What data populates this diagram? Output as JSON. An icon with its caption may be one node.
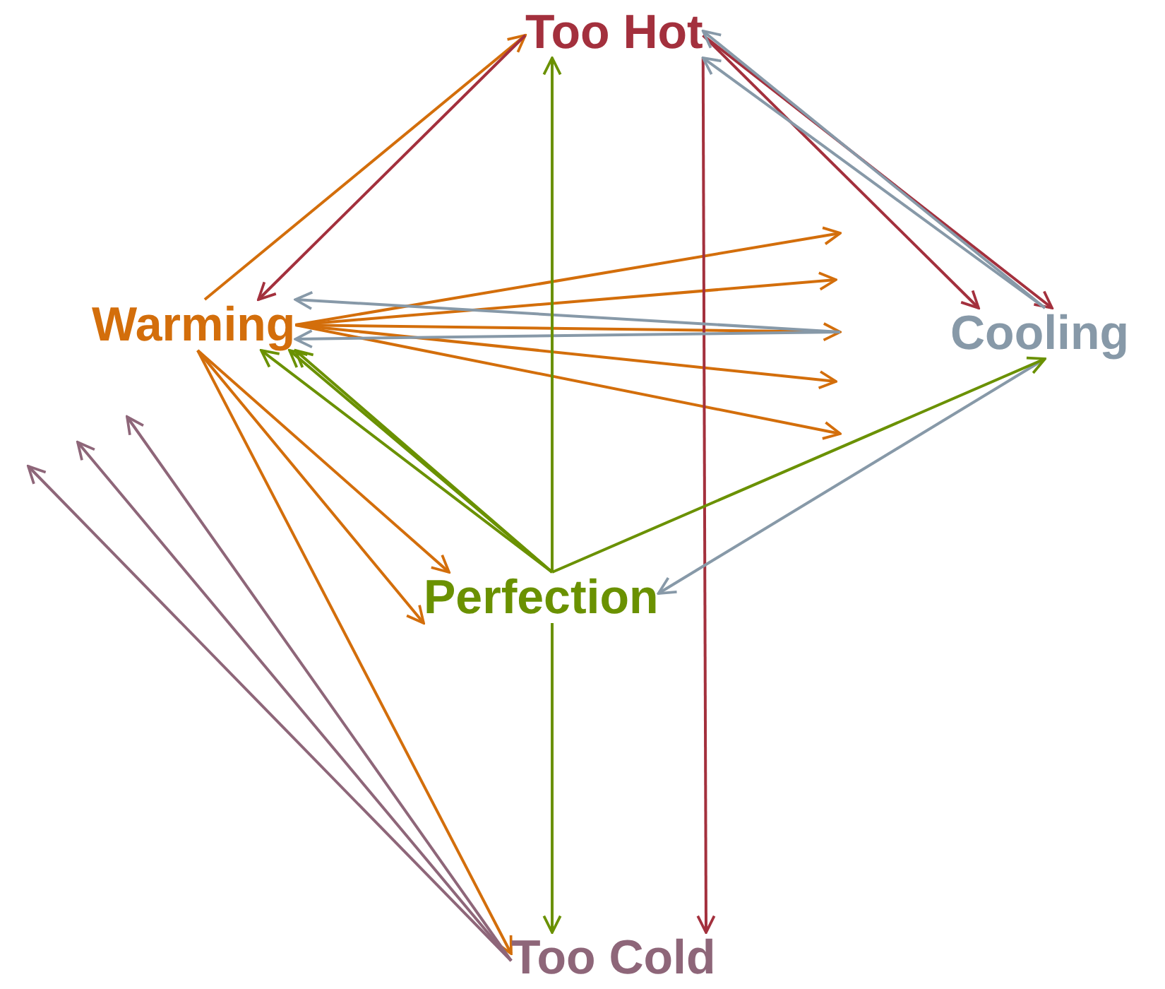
{
  "diagram": {
    "nodes": [
      {
        "text": [
          "Too Hot"
        ]
      },
      {
        "text": [
          "Warming"
        ]
      },
      {
        "text": [
          "Cooling"
        ]
      },
      {
        "text": [
          "Perfection"
        ]
      },
      {
        "text": [
          "Too Cold"
        ]
      }
    ],
    "edges": [
      {
        "from": 1,
        "to": 0,
        "arrow": "to",
        "color": "#d36e0b"
      },
      {
        "from": 1,
        "to": null,
        "arrow": "to",
        "color": "#d36e0b"
      },
      {
        "from": 1,
        "to": null,
        "arrow": "to",
        "color": "#d36e0b"
      },
      {
        "from": 1,
        "to": null,
        "arrow": "to",
        "color": "#d36e0b"
      },
      {
        "from": 1,
        "to": null,
        "arrow": "to",
        "color": "#d36e0b"
      },
      {
        "from": 1,
        "to": null,
        "arrow": "to",
        "color": "#d36e0b"
      },
      {
        "from": 1,
        "to": 3,
        "arrow": "to",
        "color": "#d36e0b"
      },
      {
        "from": 1,
        "to": 3,
        "arrow": "to",
        "color": "#d36e0b"
      },
      {
        "from": 1,
        "to": 4,
        "arrow": "to",
        "color": "#d36e0b"
      },
      {
        "from": 0,
        "to": 1,
        "arrow": "to",
        "color": "#a3303d"
      },
      {
        "from": 0,
        "to": 2,
        "arrow": "to",
        "color": "#a3303d"
      },
      {
        "from": 0,
        "to": 2,
        "arrow": "to",
        "color": "#a3303d"
      },
      {
        "from": 0,
        "to": 4,
        "arrow": "to",
        "color": "#a3303d"
      },
      {
        "from": 2,
        "to": 0,
        "arrow": "to",
        "color": "#8799a8"
      },
      {
        "from": 2,
        "to": 0,
        "arrow": "to",
        "color": "#8799a8"
      },
      {
        "from": null,
        "to": 1,
        "arrow": "to",
        "color": "#8799a8"
      },
      {
        "from": null,
        "to": 1,
        "arrow": "to",
        "color": "#8799a8"
      },
      {
        "from": 2,
        "to": 3,
        "arrow": "to",
        "color": "#8799a8"
      },
      {
        "from": 3,
        "to": 0,
        "arrow": "to",
        "color": "#6a9100"
      },
      {
        "from": 3,
        "to": 1,
        "arrow": "to",
        "color": "#6a9100"
      },
      {
        "from": 3,
        "to": 1,
        "arrow": "to",
        "color": "#6a9100"
      },
      {
        "from": 3,
        "to": 1,
        "arrow": "to",
        "color": "#6a9100"
      },
      {
        "from": 3,
        "to": 2,
        "arrow": "to",
        "color": "#6a9100"
      },
      {
        "from": 3,
        "to": 4,
        "arrow": "to",
        "color": "#6a9100"
      },
      {
        "from": 4,
        "to": null,
        "arrow": "to",
        "color": "#8e6679"
      },
      {
        "from": 4,
        "to": null,
        "arrow": "to",
        "color": "#8e6679"
      },
      {
        "from": 4,
        "to": null,
        "arrow": "to",
        "color": "#8e6679"
      }
    ]
  }
}
